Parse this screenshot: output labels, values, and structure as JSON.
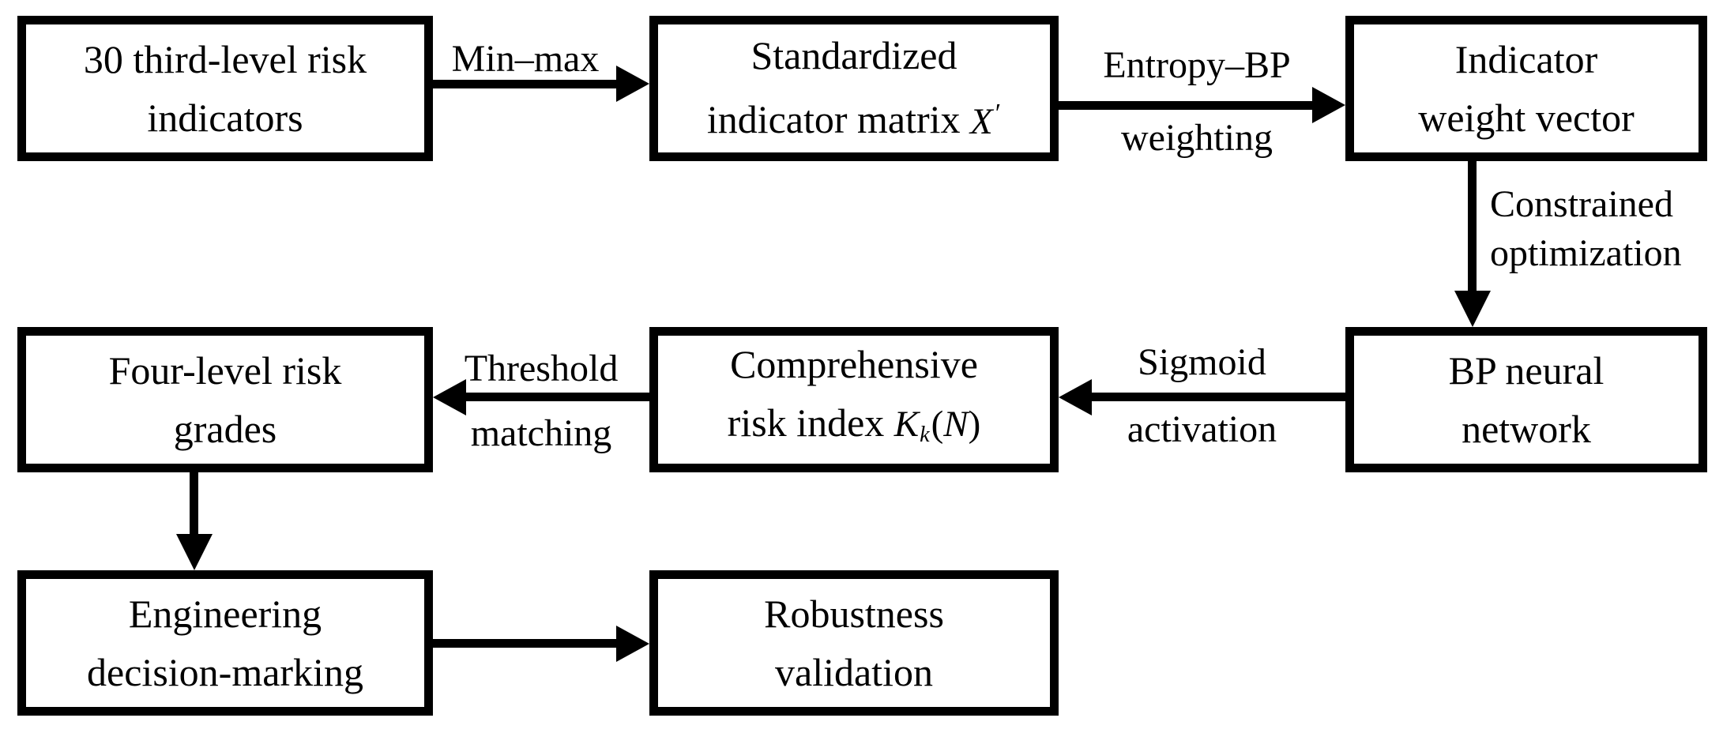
{
  "diagram": {
    "colors": {
      "ink": "#000000",
      "background": "#ffffff"
    },
    "boxes": {
      "indicators": {
        "line1": "30 third-level risk",
        "line2": "indicators"
      },
      "matrix": {
        "line1": "Standardized",
        "line2_text": "indicator matrix ",
        "math_var": "X",
        "math_prime": "′"
      },
      "weight_vector": {
        "line1": "Indicator",
        "line2": "weight vector"
      },
      "risk_grades": {
        "line1": "Four-level risk",
        "line2": "grades"
      },
      "risk_index": {
        "line1": "Comprehensive",
        "line2_text": "risk index ",
        "math_var": "K",
        "math_sub": "k",
        "math_open": "(",
        "math_arg": "N",
        "math_close": ")"
      },
      "bp_network": {
        "line1": "BP neural",
        "line2": "network"
      },
      "decision": {
        "line1": "Engineering",
        "line2": "decision-marking"
      },
      "robustness": {
        "line1": "Robustness",
        "line2": "validation"
      }
    },
    "edge_labels": {
      "min_max": "Min–max",
      "entropy_bp": {
        "line1": "Entropy–BP",
        "line2": "weighting"
      },
      "constrained": {
        "line1": "Constrained",
        "line2": "optimization"
      },
      "sigmoid": {
        "line1": "Sigmoid",
        "line2": "activation"
      },
      "threshold": {
        "line1": "Threshold",
        "line2": "matching"
      }
    }
  }
}
